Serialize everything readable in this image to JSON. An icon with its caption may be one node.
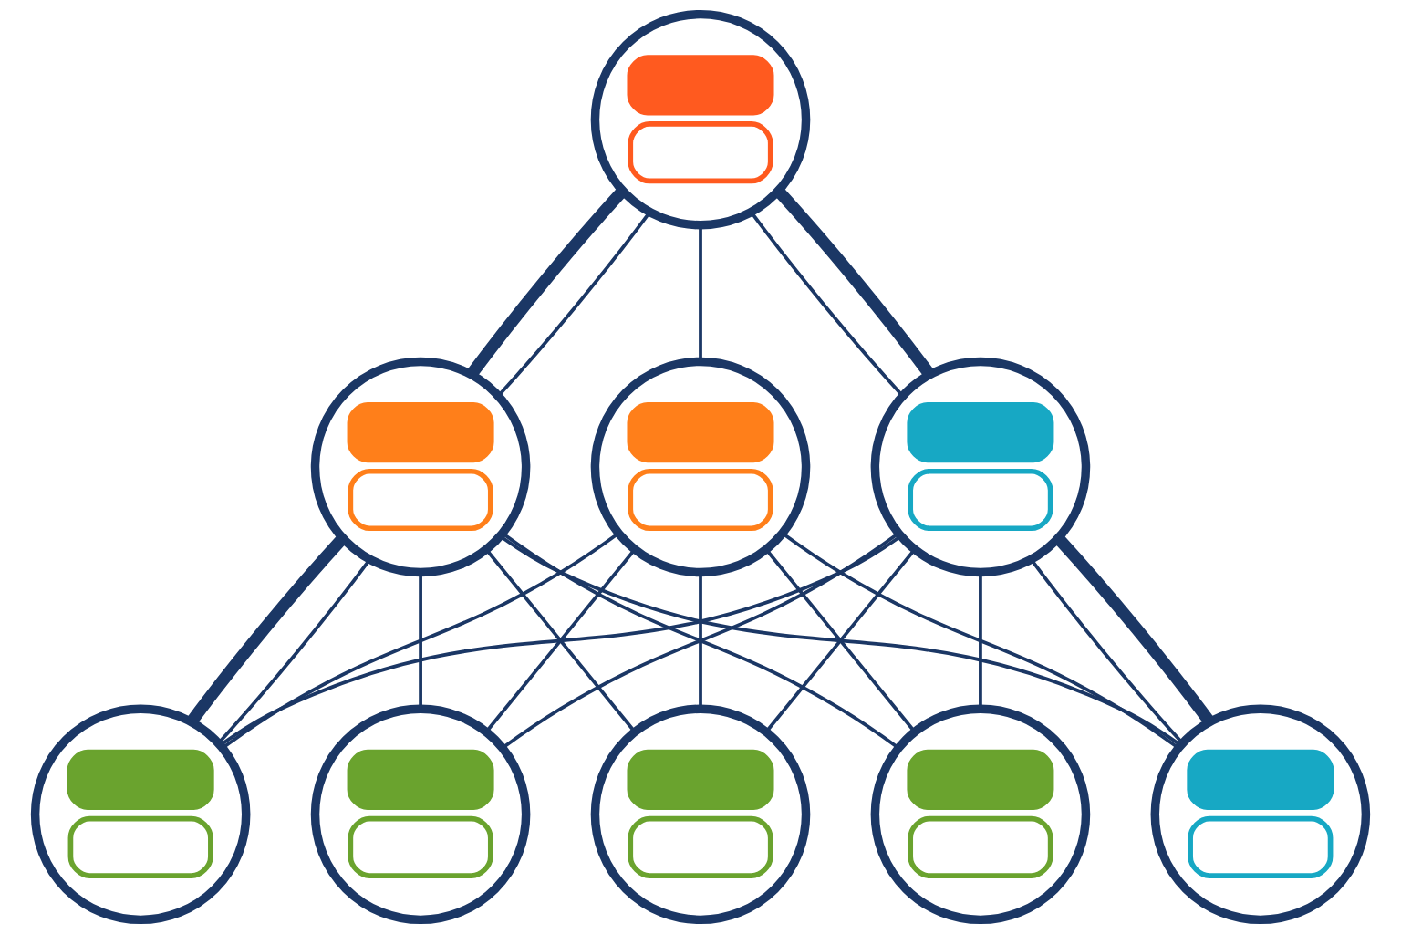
{
  "diagram": {
    "nodes": [
      {
        "text": [],
        "shape": "person"
      },
      {
        "text": [],
        "shape": "person"
      },
      {
        "text": [],
        "shape": "person"
      },
      {
        "text": [],
        "shape": "person"
      },
      {
        "text": [],
        "shape": "person"
      },
      {
        "text": [],
        "shape": "person"
      },
      {
        "text": [],
        "shape": "person"
      },
      {
        "text": [],
        "shape": "person"
      },
      {
        "text": [],
        "shape": "person"
      }
    ],
    "edges": [
      {
        "from": 0,
        "to": 1,
        "arrow": "none",
        "style": "thick"
      },
      {
        "from": 0,
        "to": 1,
        "arrow": "none"
      },
      {
        "from": 0,
        "to": 2,
        "arrow": "none"
      },
      {
        "from": 0,
        "to": 3,
        "arrow": "none"
      },
      {
        "from": 0,
        "to": 3,
        "arrow": "none",
        "style": "thick"
      },
      {
        "from": 1,
        "to": 4,
        "arrow": "none",
        "style": "thick"
      },
      {
        "from": 1,
        "to": 4,
        "arrow": "none"
      },
      {
        "from": 1,
        "to": 5,
        "arrow": "none"
      },
      {
        "from": 1,
        "to": 6,
        "arrow": "none"
      },
      {
        "from": 1,
        "to": 7,
        "arrow": "none"
      },
      {
        "from": 1,
        "to": 8,
        "arrow": "none"
      },
      {
        "from": 2,
        "to": 4,
        "arrow": "none"
      },
      {
        "from": 2,
        "to": 5,
        "arrow": "none"
      },
      {
        "from": 2,
        "to": 6,
        "arrow": "none"
      },
      {
        "from": 2,
        "to": 7,
        "arrow": "none"
      },
      {
        "from": 2,
        "to": 8,
        "arrow": "none"
      },
      {
        "from": 3,
        "to": 4,
        "arrow": "none"
      },
      {
        "from": 3,
        "to": 5,
        "arrow": "none"
      },
      {
        "from": 3,
        "to": 6,
        "arrow": "none"
      },
      {
        "from": 3,
        "to": 7,
        "arrow": "none"
      },
      {
        "from": 3,
        "to": 8,
        "arrow": "none"
      },
      {
        "from": 3,
        "to": 8,
        "arrow": "none",
        "style": "thick"
      }
    ]
  }
}
